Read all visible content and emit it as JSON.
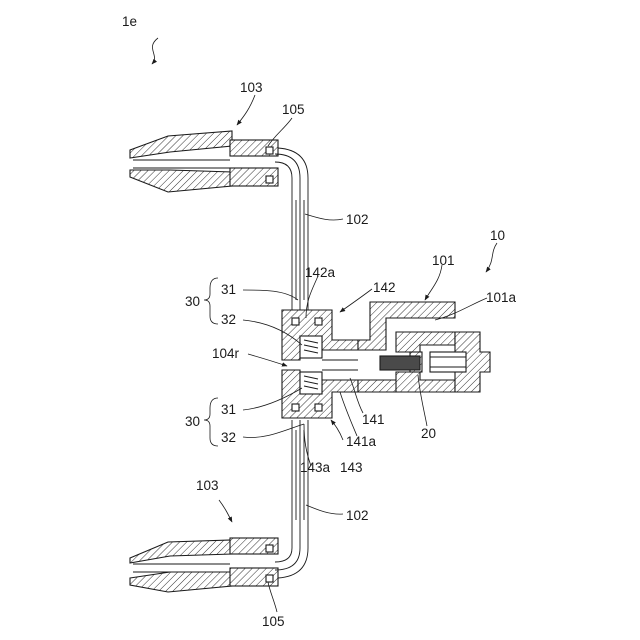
{
  "figure_label": "1e",
  "colors": {
    "ink": "#1a1a1a",
    "paper": "#ffffff",
    "hatch": "#1a1a1a"
  },
  "labels": {
    "l103_top": "103",
    "l105_top": "105",
    "l102_top": "102",
    "l10": "10",
    "l101": "101",
    "l101a": "101a",
    "l142a": "142a",
    "l142": "142",
    "l31_top": "31",
    "l32_top": "32",
    "l30_top": "30",
    "l104r": "104r",
    "l31_bot": "31",
    "l30_bot": "30",
    "l32_bot": "32",
    "l141": "141",
    "l141a": "141a",
    "l20": "20",
    "l143a": "143a",
    "l143": "143",
    "l103_bot": "103",
    "l102_bot": "102",
    "l105_bot": "105"
  }
}
